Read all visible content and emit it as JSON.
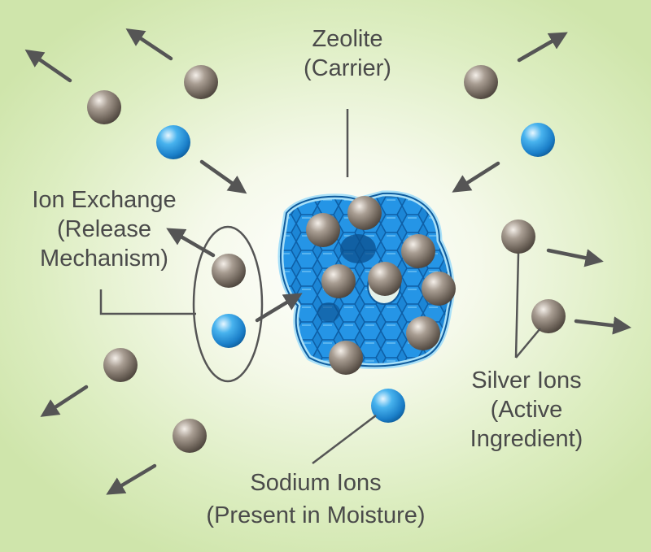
{
  "labels": {
    "zeolite": {
      "line1": "Zeolite",
      "line2": "(Carrier)"
    },
    "ion_exchange": {
      "line1": "Ion Exchange",
      "line2": "(Release",
      "line3": "Mechanism)"
    },
    "silver_ions": {
      "line1": "Silver Ions",
      "line2": "(Active",
      "line3": "Ingredient)"
    },
    "sodium_ions": {
      "line1": "Sodium Ions",
      "line2": "(Present in Moisture)"
    }
  },
  "colors": {
    "silver_ion": "#8a7e72",
    "sodium_ion": "#2b97d8",
    "zeolite_blue": "#1f7fcf",
    "zeolite_edge": "#8fd3f4",
    "arrow": "#555555",
    "text": "#4a4a4a"
  }
}
